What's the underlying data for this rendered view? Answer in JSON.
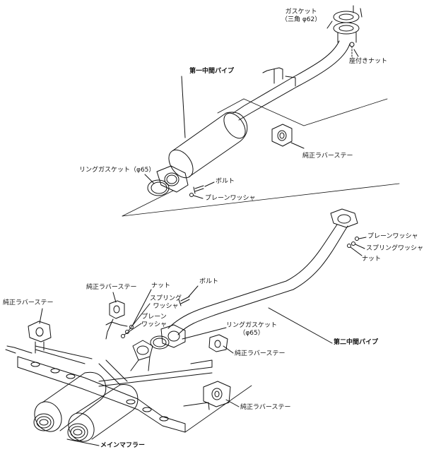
{
  "labels": {
    "gasket_triangle_line1": "ガスケット",
    "gasket_triangle_line2": "（三角 φ62）",
    "seat_nut": "座付きナット",
    "first_mid_pipe": "第一中間パイプ",
    "rubber_stay_upper": "純正ラバーステー",
    "ring_gasket_upper": "リングガスケット（φ65）",
    "bolt_upper": "ボルト",
    "plain_washer_upper": "プレーンワッシャ",
    "plain_washer_right": "プレーンワッシャ",
    "spring_washer_right": "スプリングワッシャ",
    "nut_right": "ナット",
    "rubber_stay_left_mid": "純正ラバーステー",
    "nut_center": "ナット",
    "bolt_center": "ボルト",
    "spring_line1": "スプリング",
    "spring_line2": "ワッシャ",
    "plain_line1": "プレーン",
    "plain_line2": "ワッシャ",
    "rubber_stay_far_left": "純正ラバーステー",
    "ring_gasket_lower_line1": "リングガスケット",
    "ring_gasket_lower_line2": "（φ65）",
    "second_mid_pipe": "第二中間パイプ",
    "rubber_stay_right_mid": "純正ラバーステー",
    "rubber_stay_right_low": "純正ラバーステー",
    "main_muffler": "メインマフラー"
  }
}
